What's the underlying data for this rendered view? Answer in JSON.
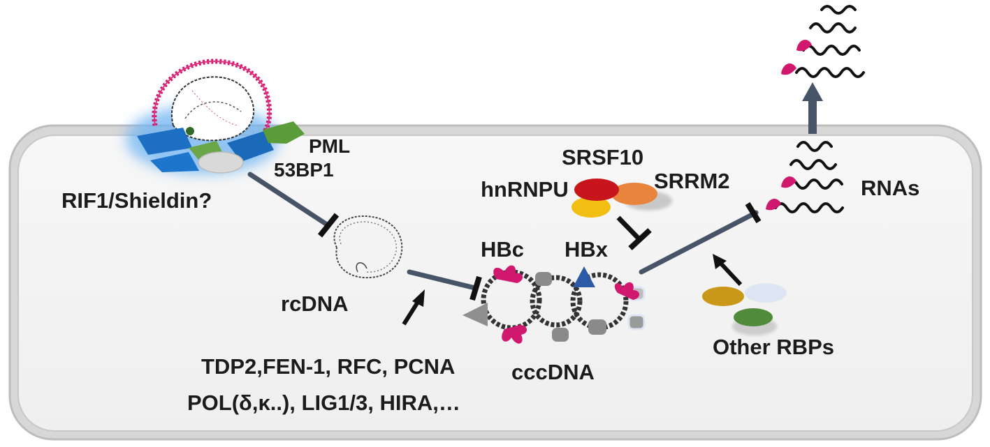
{
  "labels": {
    "pml": "PML",
    "bp53": "53BP1",
    "rif1": "RIF1/Shieldin?",
    "rcdna": "rcDNA",
    "factors_line1": "TDP2,FEN-1, RFC, PCNA",
    "factors_line2": "POL(δ,κ..), LIG1/3, HIRA,…",
    "hbc": "HBc",
    "hbx": "HBx",
    "cccdna": "cccDNA",
    "srsf10": "SRSF10",
    "hnrnpu": "hnRNPU",
    "srrm2": "SRRM2",
    "rnas": "RNAs",
    "other_rbps": "Other RBPs"
  },
  "colors": {
    "cell_border": "#b9b9b9",
    "cell_fill": "#f4f4f4",
    "pathway_line": "#475468",
    "inhibition_bar": "#111111",
    "hbc_magenta": "#d0186f",
    "hbx_blue": "#2e5aa8",
    "rna_black": "#111111",
    "srsf10_red": "#c8141b",
    "hnrnpu_yellow": "#f3be12",
    "srrm2_orange": "#e9843a",
    "rbp_gold": "#c99818",
    "rbp_pale_blue": "#dbe6f3",
    "rbp_green": "#4e8b3a",
    "pml_green": "#5b9a3a",
    "bp53_blue": "#1f6ec0",
    "halo_blue": "#5aa9f0"
  }
}
